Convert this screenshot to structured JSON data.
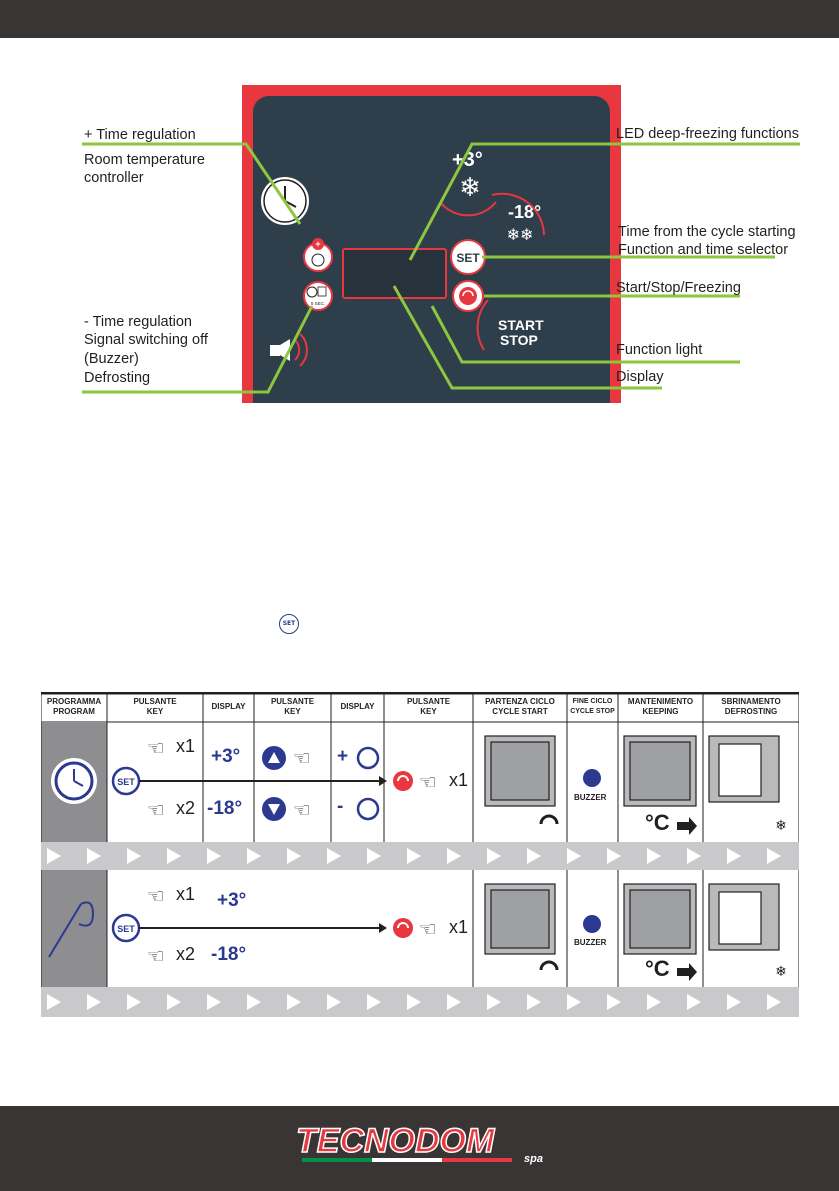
{
  "header": {
    "bar": ""
  },
  "panel": {
    "labels": {
      "time_plus": "+ Time regulation",
      "room_temp": "Room temperature",
      "controller": "controller",
      "time_minus": "- Time regulation",
      "signal_off": "Signal switching off",
      "buzzer": "(Buzzer)",
      "defrosting": "Defrosting",
      "led_deep": "LED deep-freezing functions",
      "time_from": "Time from the cycle starting",
      "func_selector": "Function and time selector",
      "start_stop_freezing": "Start/Stop/Freezing",
      "function_light": "Function light",
      "display": "Display"
    },
    "plus3": "+3°",
    "minus18": "-18°",
    "set": "SET",
    "start": "START",
    "stop": "STOP",
    "sec": "5 SEC."
  },
  "table": {
    "headers": [
      {
        "l1": "PROGRAMMA",
        "l2": "PROGRAM"
      },
      {
        "l1": "PULSANTE",
        "l2": "KEY"
      },
      {
        "l1": "DISPLAY",
        "l2": ""
      },
      {
        "l1": "PULSANTE",
        "l2": "KEY"
      },
      {
        "l1": "DISPLAY",
        "l2": ""
      },
      {
        "l1": "PULSANTE",
        "l2": "KEY"
      },
      {
        "l1": "PARTENZA CICLO",
        "l2": "CYCLE START"
      },
      {
        "l1": "FINE CICLO",
        "l2": "CYCLE STOP"
      },
      {
        "l1": "MANTENIMENTO",
        "l2": "KEEPING"
      },
      {
        "l1": "SBRINAMENTO",
        "l2": "DEFROSTING"
      }
    ],
    "row1": {
      "set": "SET",
      "x1": "x1",
      "x2": "x2",
      "plus3": "+3°",
      "minus18": "-18°",
      "plus": "+",
      "minus": "-",
      "xk": "x1",
      "buzzer": "BUZZER",
      "degc": "°C"
    },
    "row2": {
      "set": "SET",
      "x1": "x1",
      "x2": "x2",
      "plus3": "+3°",
      "minus18": "-18°",
      "xk": "x1",
      "buzzer": "BUZZER",
      "degc": "°C"
    }
  },
  "inline": {
    "set": "SET"
  },
  "footer": {
    "brand": "TECNODOM",
    "spa": "spa"
  }
}
